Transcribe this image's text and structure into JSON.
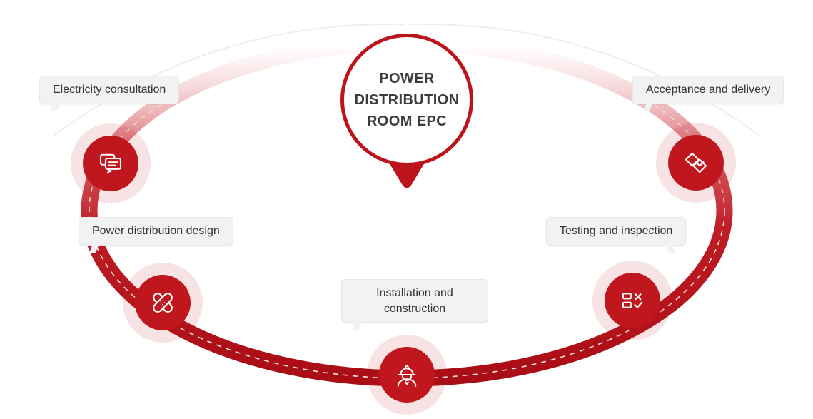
{
  "center": {
    "line1": "POWER",
    "line2": "DISTRIBUTION",
    "line3": "ROOM EPC"
  },
  "nodes": [
    {
      "id": "electricity-consultation",
      "label": "Electricity consultation",
      "icon": "chat-bubbles-icon"
    },
    {
      "id": "power-distribution-design",
      "label": "Power distribution design",
      "icon": "crossed-bandage-icon"
    },
    {
      "id": "installation-construction",
      "label": "Installation and construction",
      "icon": "construction-worker-icon"
    },
    {
      "id": "testing-inspection",
      "label": "Testing and inspection",
      "icon": "checklist-icon"
    },
    {
      "id": "acceptance-delivery",
      "label": "Acceptance and delivery",
      "icon": "delivery-diamonds-icon"
    }
  ],
  "colors": {
    "primary_red": "#c0161d",
    "ring_red_dark": "#a90d15",
    "halo_pink": "rgba(192,22,29,0.12)",
    "label_bg": "#f2f2f2",
    "label_text": "#333333",
    "title_text": "#3c3c3c"
  }
}
